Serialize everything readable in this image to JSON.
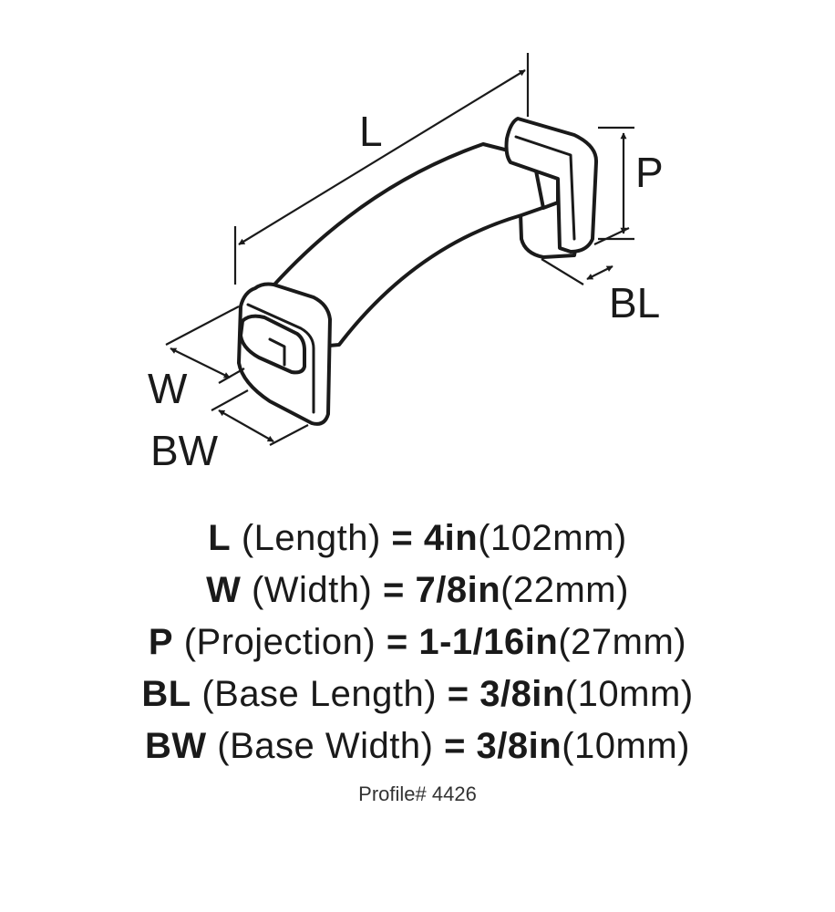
{
  "diagram": {
    "labels": {
      "length": "L",
      "projection": "P",
      "base_length": "BL",
      "width": "W",
      "base_width": "BW"
    }
  },
  "specs": [
    {
      "code": "L",
      "name": "(Length)",
      "eq": "=",
      "imperial": "4in",
      "metric": "(102mm)"
    },
    {
      "code": "W",
      "name": "(Width)",
      "eq": "=",
      "imperial": "7/8in",
      "metric": "(22mm)"
    },
    {
      "code": "P",
      "name": "(Projection)",
      "eq": "=",
      "imperial": "1-1/16in",
      "metric": "(27mm)"
    },
    {
      "code": "BL",
      "name": "(Base Length)",
      "eq": "=",
      "imperial": "3/8in",
      "metric": "(10mm)"
    },
    {
      "code": "BW",
      "name": "(Base Width)",
      "eq": "=",
      "imperial": "3/8in",
      "metric": "(10mm)"
    }
  ],
  "profile": "Profile# 4426",
  "colors": {
    "ink": "#1a1a1a",
    "background": "#ffffff"
  }
}
